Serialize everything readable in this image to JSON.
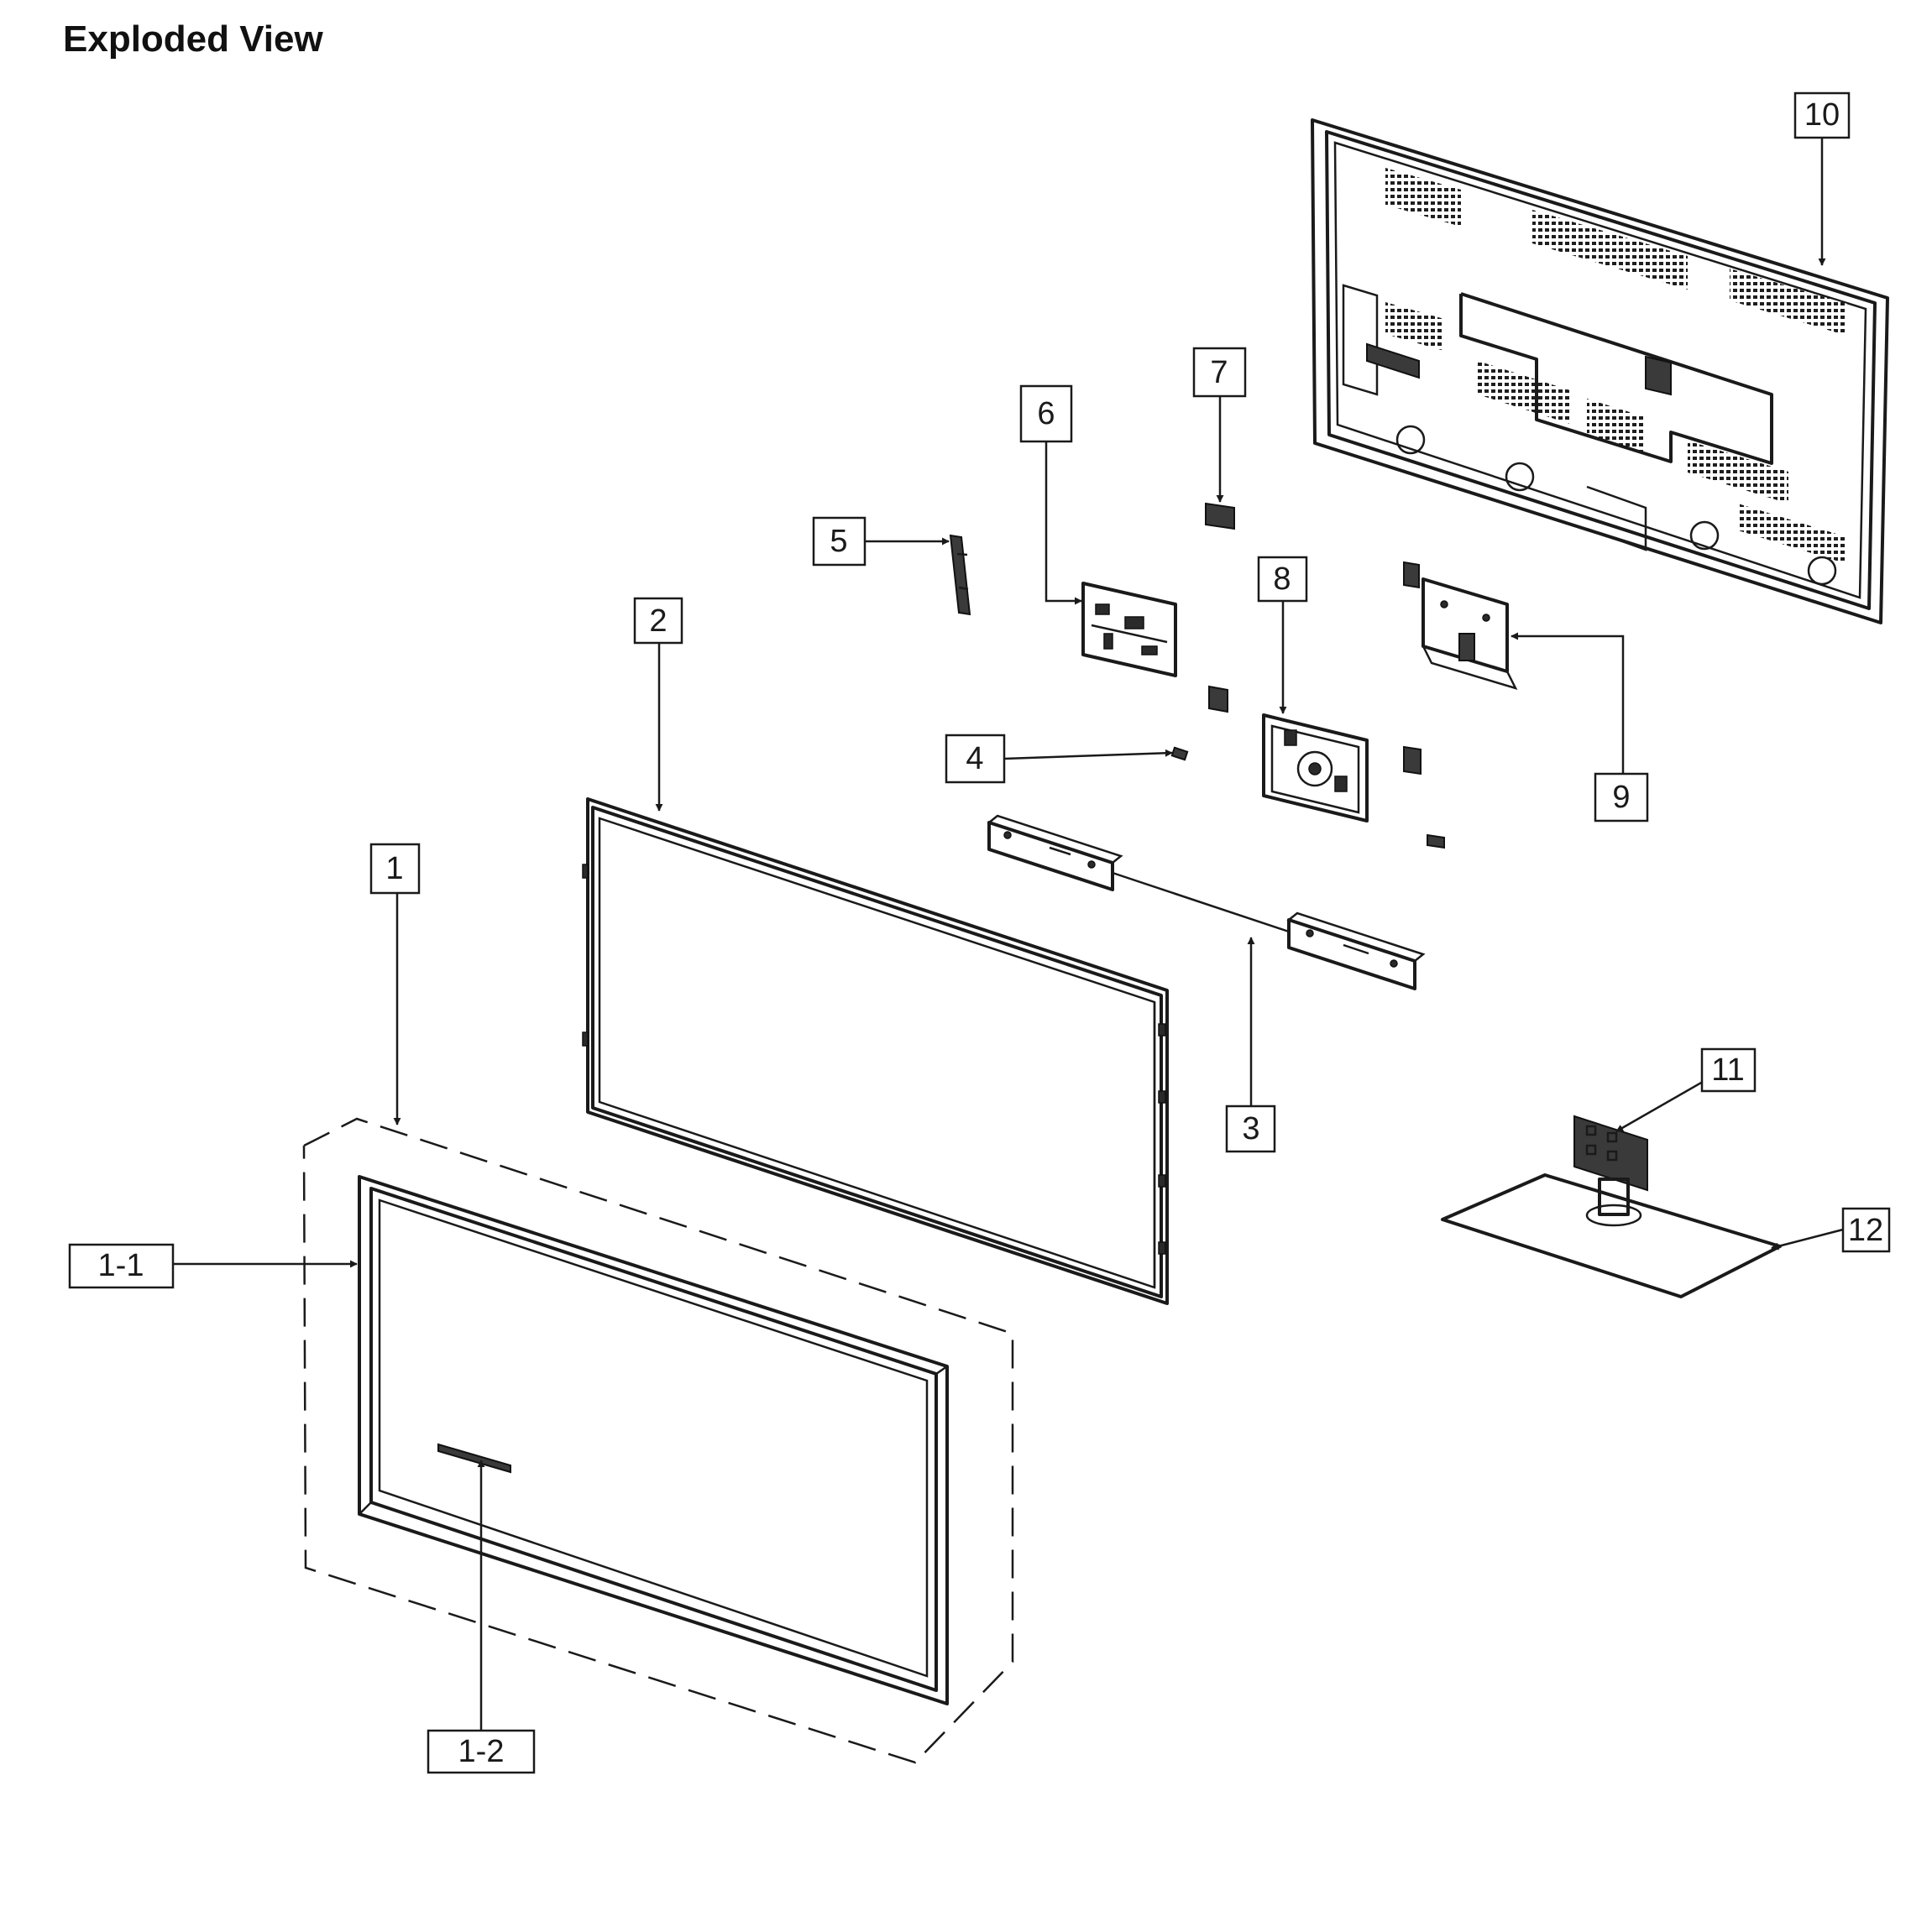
{
  "title": "Exploded View",
  "callouts": {
    "c1": "1",
    "c1_1": "1-1",
    "c1_2": "1-2",
    "c2": "2",
    "c3": "3",
    "c4": "4",
    "c5": "5",
    "c6": "6",
    "c7": "7",
    "c8": "8",
    "c9": "9",
    "c10": "10",
    "c11": "11",
    "c12": "12"
  }
}
